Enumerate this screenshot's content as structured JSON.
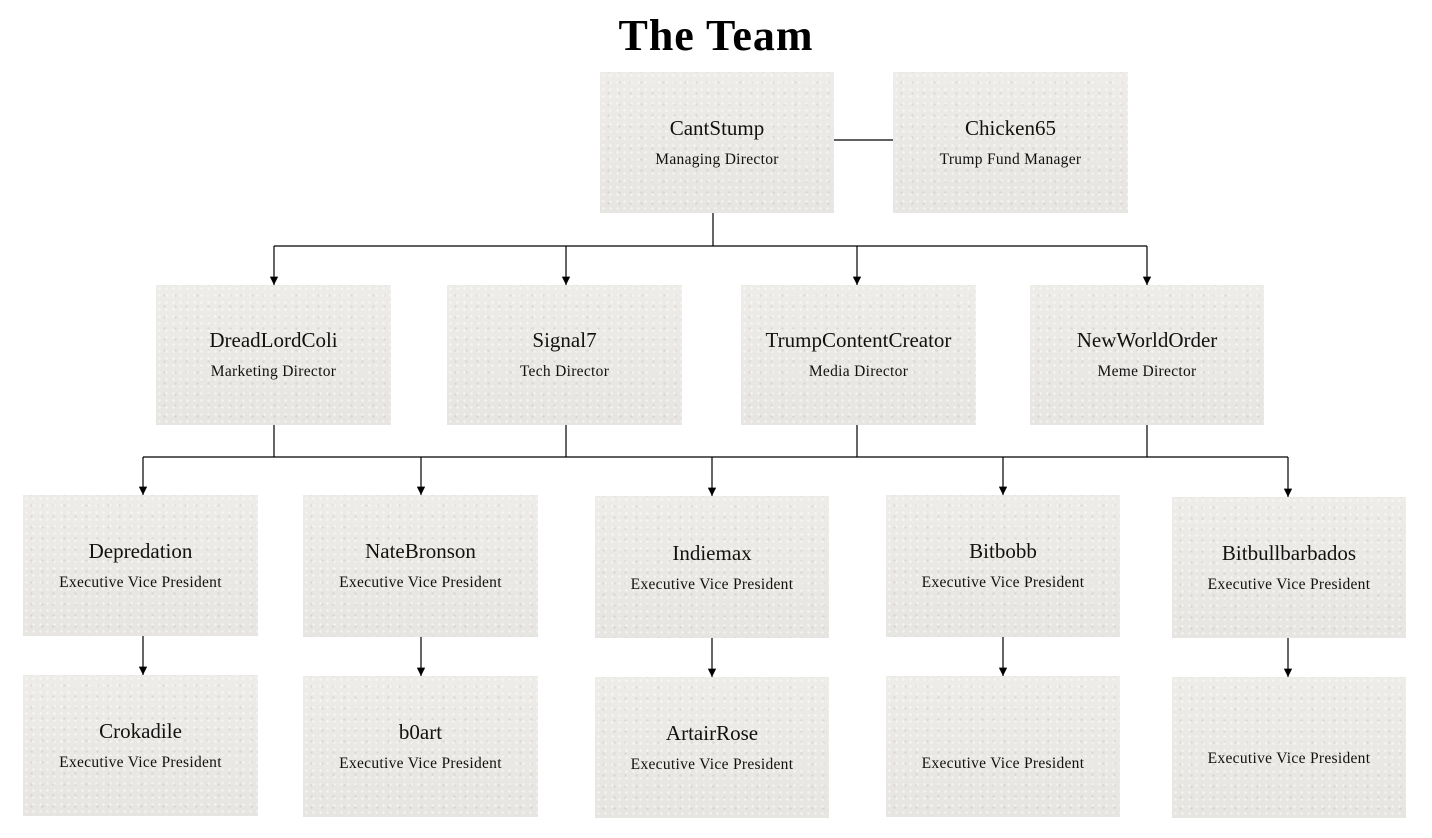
{
  "title": "The Team",
  "top": [
    {
      "name": "CantStump",
      "role": "Managing Director"
    },
    {
      "name": "Chicken65",
      "role": "Trump Fund Manager"
    }
  ],
  "directors": [
    {
      "name": "DreadLordColi",
      "role": "Marketing Director"
    },
    {
      "name": "Signal7",
      "role": "Tech Director"
    },
    {
      "name": "TrumpContentCreator",
      "role": "Media Director"
    },
    {
      "name": "NewWorldOrder",
      "role": "Meme Director"
    }
  ],
  "evps": [
    {
      "name": "Depredation",
      "role": "Executive Vice President"
    },
    {
      "name": "NateBronson",
      "role": "Executive Vice President"
    },
    {
      "name": "Indiemax",
      "role": "Executive Vice President"
    },
    {
      "name": "Bitbobb",
      "role": "Executive Vice President"
    },
    {
      "name": "Bitbullbarbados",
      "role": "Executive Vice President"
    }
  ],
  "evps_second": [
    {
      "name": "Crokadile",
      "role": "Executive Vice President"
    },
    {
      "name": "b0art",
      "role": "Executive Vice President"
    },
    {
      "name": "ArtairRose",
      "role": "Executive Vice President"
    },
    {
      "name": "",
      "role": "Executive Vice President"
    },
    {
      "name": "",
      "role": "Executive Vice President"
    }
  ]
}
